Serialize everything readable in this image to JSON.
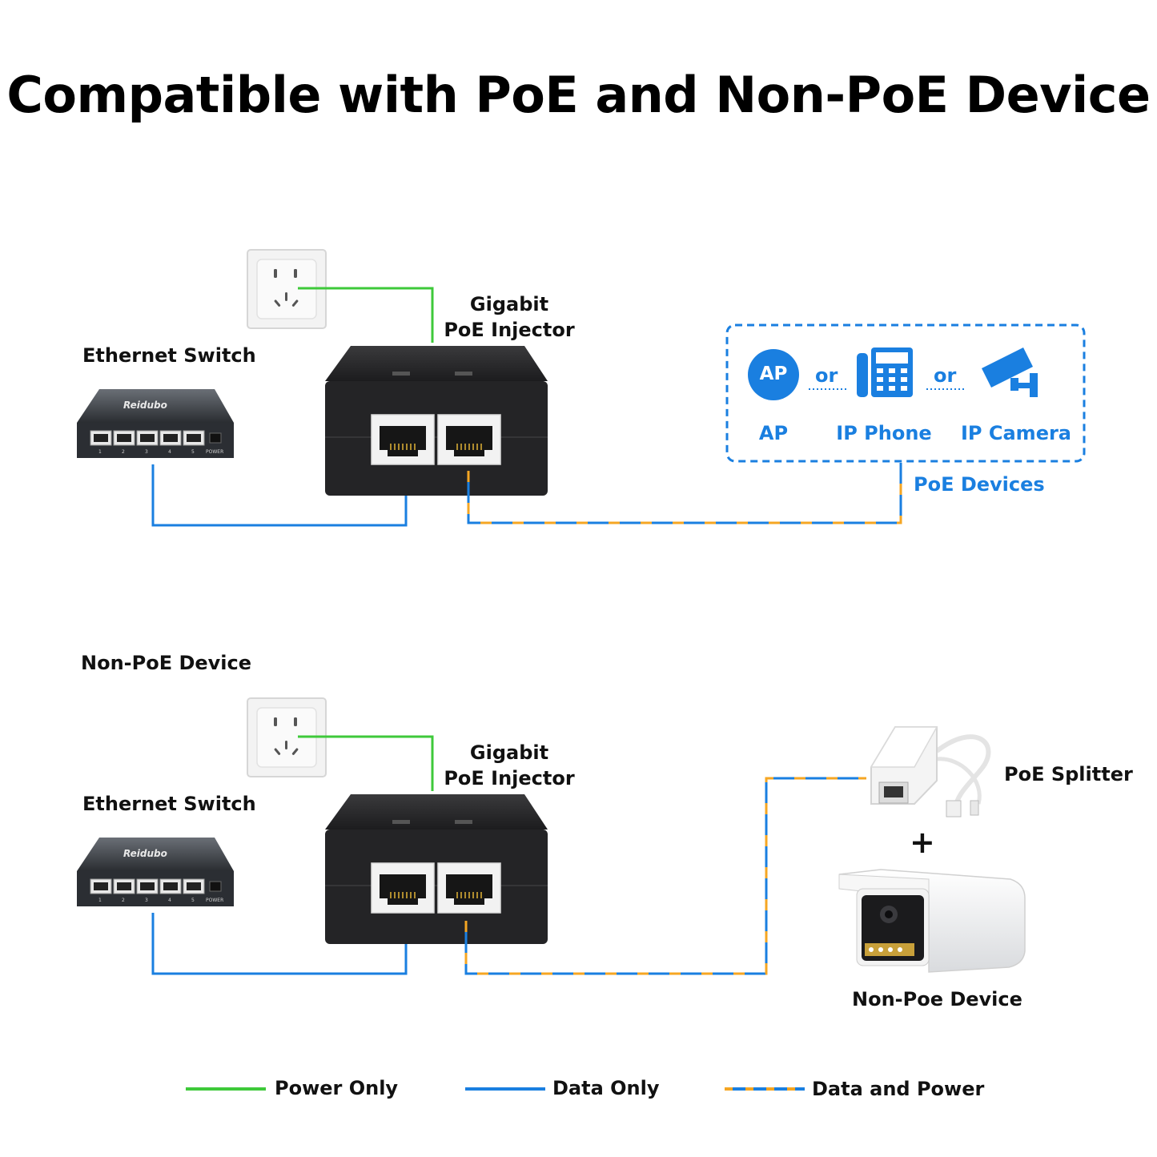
{
  "title": "Compatible with PoE and Non-PoE Device",
  "section1": {
    "switch_label": "Ethernet Switch",
    "switch_brand": "Reidubo",
    "switch_power_label": "POWER",
    "switch_port_numbers": [
      "1",
      "2",
      "3",
      "4",
      "5"
    ],
    "injector_label_line1": "Gigabit",
    "injector_label_line2": "PoE Injector",
    "poe_devices_title": "PoE Devices",
    "ap_icon_text": "AP",
    "or_1": "or",
    "or_2": "or",
    "device_labels": [
      "AP",
      "IP Phone",
      "IP Camera"
    ]
  },
  "section2": {
    "heading": "Non-PoE Device",
    "switch_label": "Ethernet Switch",
    "switch_brand": "Reidubo",
    "switch_power_label": "POWER",
    "switch_port_numbers": [
      "1",
      "2",
      "3",
      "4",
      "5"
    ],
    "injector_label_line1": "Gigabit",
    "injector_label_line2": "PoE Injector",
    "splitter_label": "PoE Splitter",
    "plus": "+",
    "camera_label": "Non-Poe Device"
  },
  "legend": [
    {
      "label": "Power Only",
      "color": "#3ec93a"
    },
    {
      "label": "Data Only",
      "color": "#1a7fe0"
    },
    {
      "label": "Data and Power",
      "colors": [
        "#1a7fe0",
        "#f5a623"
      ]
    }
  ],
  "colors": {
    "power": "#3ec93a",
    "data": "#1a7fe0",
    "data_power_alt": "#f5a623",
    "accent_blue": "#1a7fe0"
  }
}
